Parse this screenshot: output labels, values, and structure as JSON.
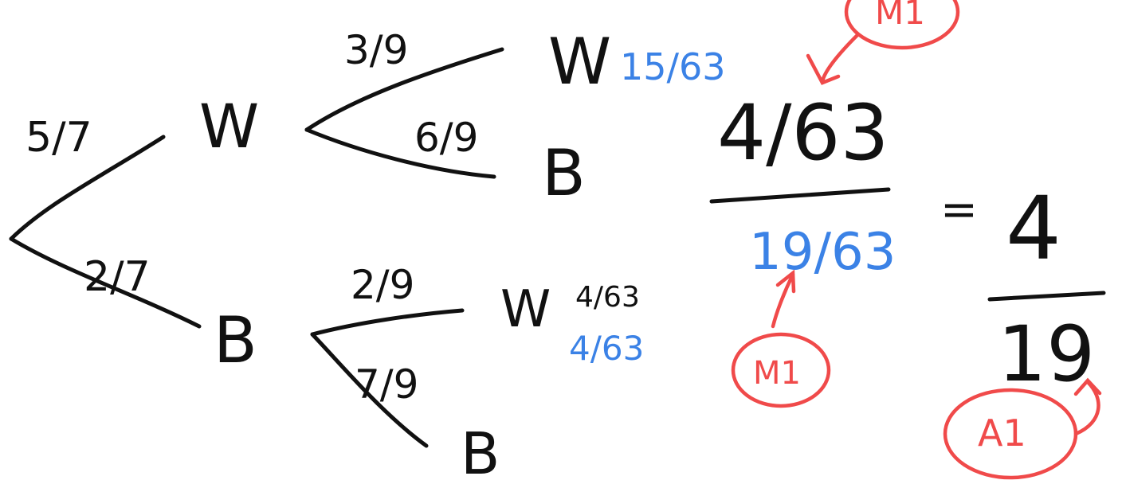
{
  "colors": {
    "ink": "#111111",
    "working": "#3b82e6",
    "marking": "#f04a4a",
    "background": "#ffffff"
  },
  "tree": {
    "first_branch": {
      "upper_prob": "5/7",
      "lower_prob": "2/7",
      "upper_outcome": "W",
      "lower_outcome": "B"
    },
    "after_white": {
      "upper_prob": "3/9",
      "lower_prob": "6/9",
      "upper_outcome": "W",
      "lower_outcome": "B",
      "upper_result": "15/63"
    },
    "after_black": {
      "upper_prob": "2/9",
      "lower_prob": "7/9",
      "upper_outcome": "W",
      "lower_outcome": "B",
      "upper_result": "4/63",
      "upper_result_blue": "4/63"
    }
  },
  "calculation": {
    "numerator": "4/63",
    "denominator": "19/63",
    "equals": "=",
    "answer_numerator": "4",
    "answer_denominator": "19"
  },
  "marks": {
    "mark_top": "M1",
    "mark_bottom": "M1",
    "mark_answer": "A1"
  }
}
